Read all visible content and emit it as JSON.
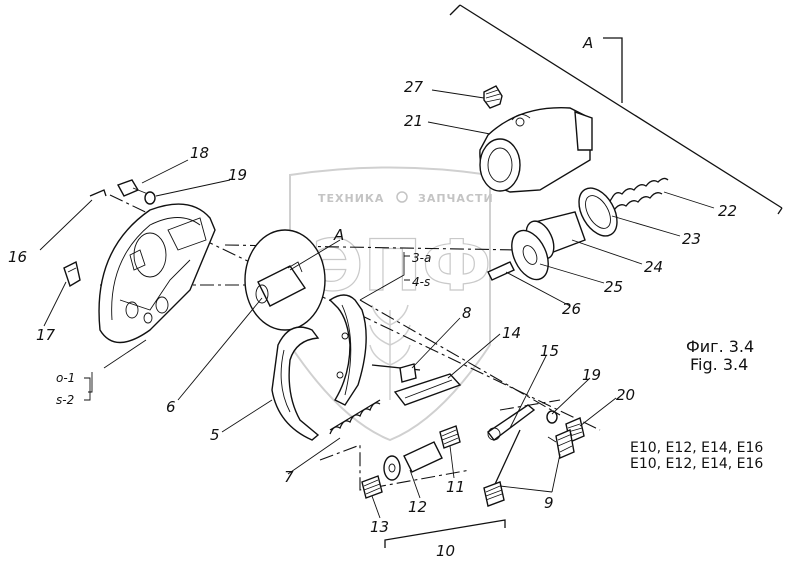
{
  "watermark": {
    "brand": "ЭПФ",
    "text_left": "ТЕХНИКА",
    "text_right": "ЗАПЧАСТИ"
  },
  "caption": {
    "fig_ru": "Фиг. 3.4",
    "fig_en": "Fig. 3.4",
    "models_line1": "E10, E12, E14, E16",
    "models_line2": "E10, E12, E14, E16"
  },
  "view_labels": {
    "a_main": "A",
    "a_detail": "A",
    "label_3": "3-a",
    "label_4": "4-s",
    "label_o1": "o-1",
    "label_s2": "s-2"
  },
  "callouts": [
    "27",
    "21",
    "18",
    "19",
    "16",
    "22",
    "23",
    "24",
    "25",
    "26",
    "17",
    "8",
    "14",
    "15",
    "19",
    "20",
    "6",
    "5",
    "7",
    "12",
    "11",
    "13",
    "9",
    "10"
  ]
}
